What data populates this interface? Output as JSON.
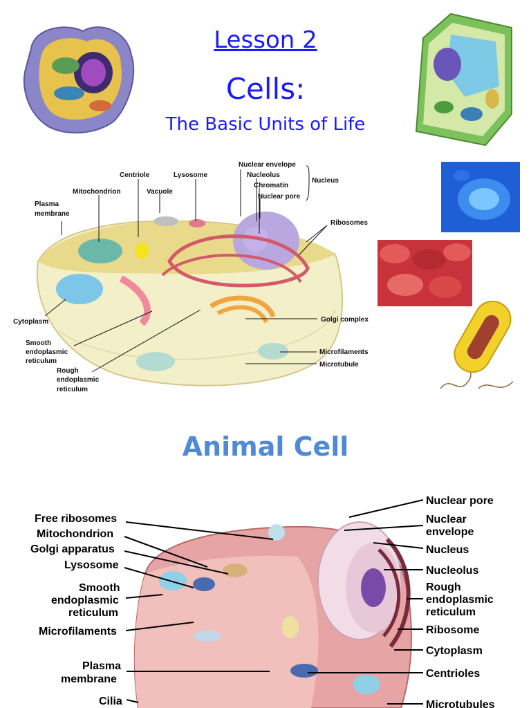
{
  "header": {
    "lesson_link": "Lesson 2",
    "title": "Cells:",
    "subtitle": "The Basic Units of Life"
  },
  "section_heading": "Animal Cell",
  "top_diagram": {
    "labels": {
      "centriole": "Centriole",
      "lysosome": "Lysosome",
      "nuclear_envelope": "Nuclear envelope",
      "nucleolus": "Nucleolus",
      "chromatin": "Chromatin",
      "nuclear_pore": "Nuclear pore",
      "nucleus": "Nucleus",
      "mitochondrion": "Mitochondrion",
      "vacuole": "Vacuole",
      "plasma_membrane_1": "Plasma",
      "plasma_membrane_2": "membrane",
      "ribosomes": "Ribosomes",
      "cytoplasm": "Cytoplasm",
      "golgi_complex": "Golgi complex",
      "smooth_er_1": "Smooth",
      "smooth_er_2": "endoplasmic",
      "smooth_er_3": "reticulum",
      "microfilaments": "Microfilaments",
      "microtubule": "Microtubule",
      "rough_er_1": "Rough",
      "rough_er_2": "endoplasmic",
      "rough_er_3": "reticulum"
    }
  },
  "bottom_diagram": {
    "labels": {
      "free_ribosomes": "Free ribosomes",
      "mitochondrion": "Mitochondrion",
      "golgi_apparatus": "Golgi apparatus",
      "lysosome": "Lysosome",
      "smooth_er_1": "Smooth",
      "smooth_er_2": "endoplasmic",
      "smooth_er_3": "reticulum",
      "microfilaments": "Microfilaments",
      "plasma_membrane_1": "Plasma",
      "plasma_membrane_2": "membrane",
      "cilia": "Cilia",
      "nuclear_pore": "Nuclear pore",
      "nuclear_envelope_1": "Nuclear",
      "nuclear_envelope_2": "envelope",
      "nucleus": "Nucleus",
      "nucleolus": "Nucleolus",
      "rough_er_1": "Rough",
      "rough_er_2": "endoplasmic",
      "rough_er_3": "reticulum",
      "ribosome": "Ribosome",
      "cytoplasm": "Cytoplasm",
      "centrioles": "Centrioles",
      "microtubules": "Microtubules"
    }
  },
  "colors": {
    "title_blue": "#1a1aff",
    "heading_blue": "#4f8ad6"
  }
}
